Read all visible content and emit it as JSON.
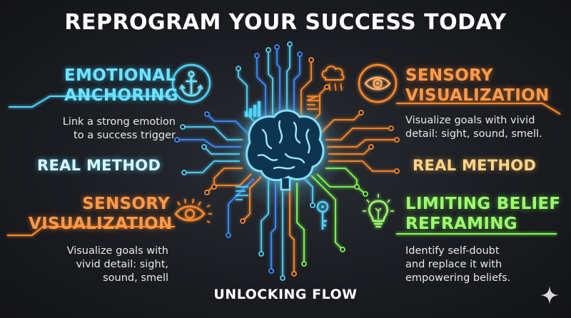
{
  "title": "REPROGRAM YOUR SUCCESS TODAY",
  "left_top": {
    "heading": [
      "EMOTIONAL",
      "ANCHORING"
    ],
    "desc": [
      "Link a strong emotion",
      "to a success trigger"
    ],
    "icon": "anchor-icon"
  },
  "right_top": {
    "heading": [
      "SENSORY",
      "VISUALIZATION"
    ],
    "desc": [
      "Visualize goals with vivid",
      "detail: sight, sound, smell."
    ],
    "icon": "eye-icon"
  },
  "left_method": "REAL METHOD",
  "right_method": "REAL METHOD",
  "left_bottom": {
    "heading": [
      "SENSORY",
      "VISUALIZATION"
    ],
    "desc": [
      "Visualize goals with",
      "vivid detail: sight,",
      "sound, smell"
    ],
    "icon": "eye-icon"
  },
  "right_bottom": {
    "heading": [
      "LIMITING BELIEF",
      "REFRAMING"
    ],
    "desc": [
      "Identify self-doubt",
      "and replace it with",
      "empowering beliefs."
    ],
    "icon": "lightbulb-icon"
  },
  "footer": "UNLOCKING FLOW",
  "colors": {
    "cyan": "#4fd4ff",
    "blue": "#3a8dff",
    "orange": "#ff8a2a",
    "green": "#7dff4f",
    "gold": "#ffd58a",
    "background": "#1b1d22"
  },
  "icons": [
    "anchor-icon",
    "eye-icon",
    "lightbulb-icon",
    "brain-icon",
    "key-icon",
    "cloud-icon",
    "bar-chart-icon",
    "document-icon",
    "sparkle-icon"
  ]
}
